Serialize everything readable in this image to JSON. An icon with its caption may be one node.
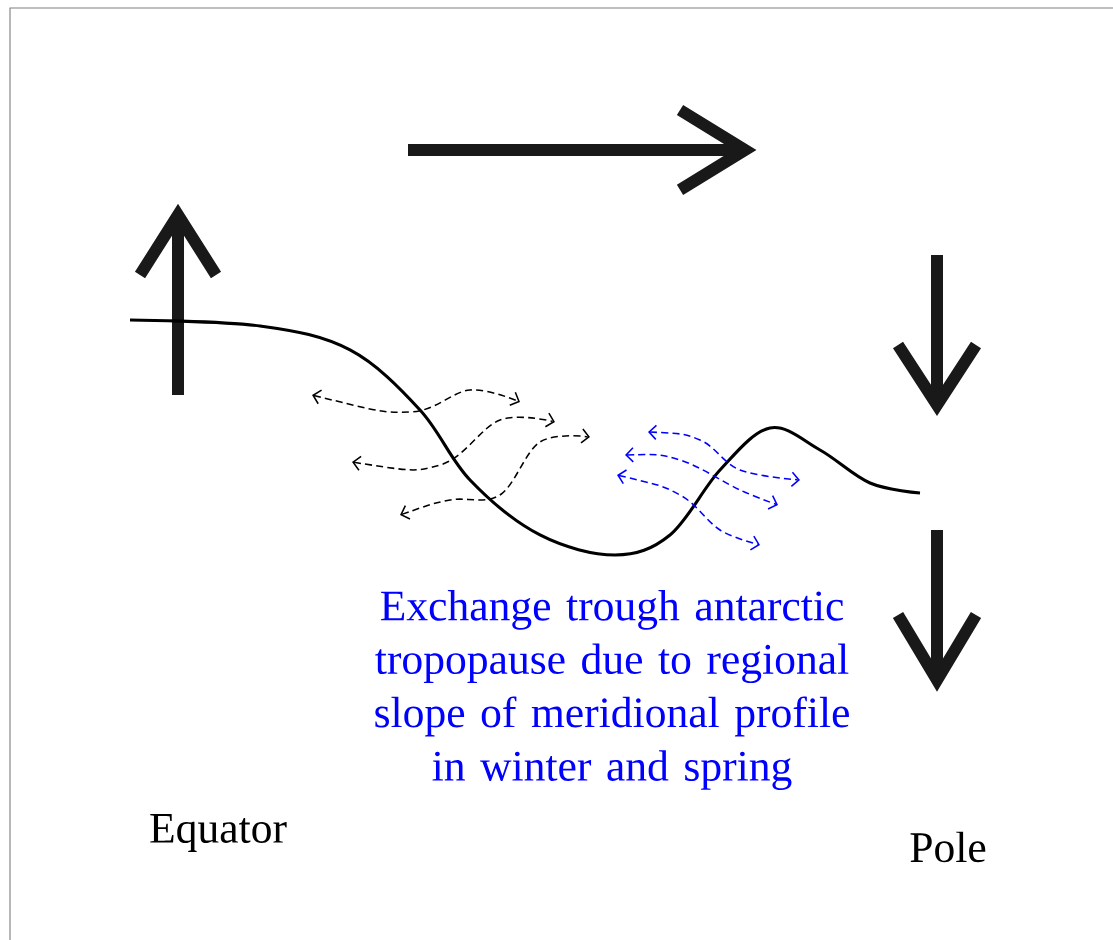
{
  "diagram": {
    "labels": [
      "Exchange trough antarctic tropopause due to regional slope of meridional profile in winter and spring",
      "Equator",
      "Pole"
    ]
  }
}
